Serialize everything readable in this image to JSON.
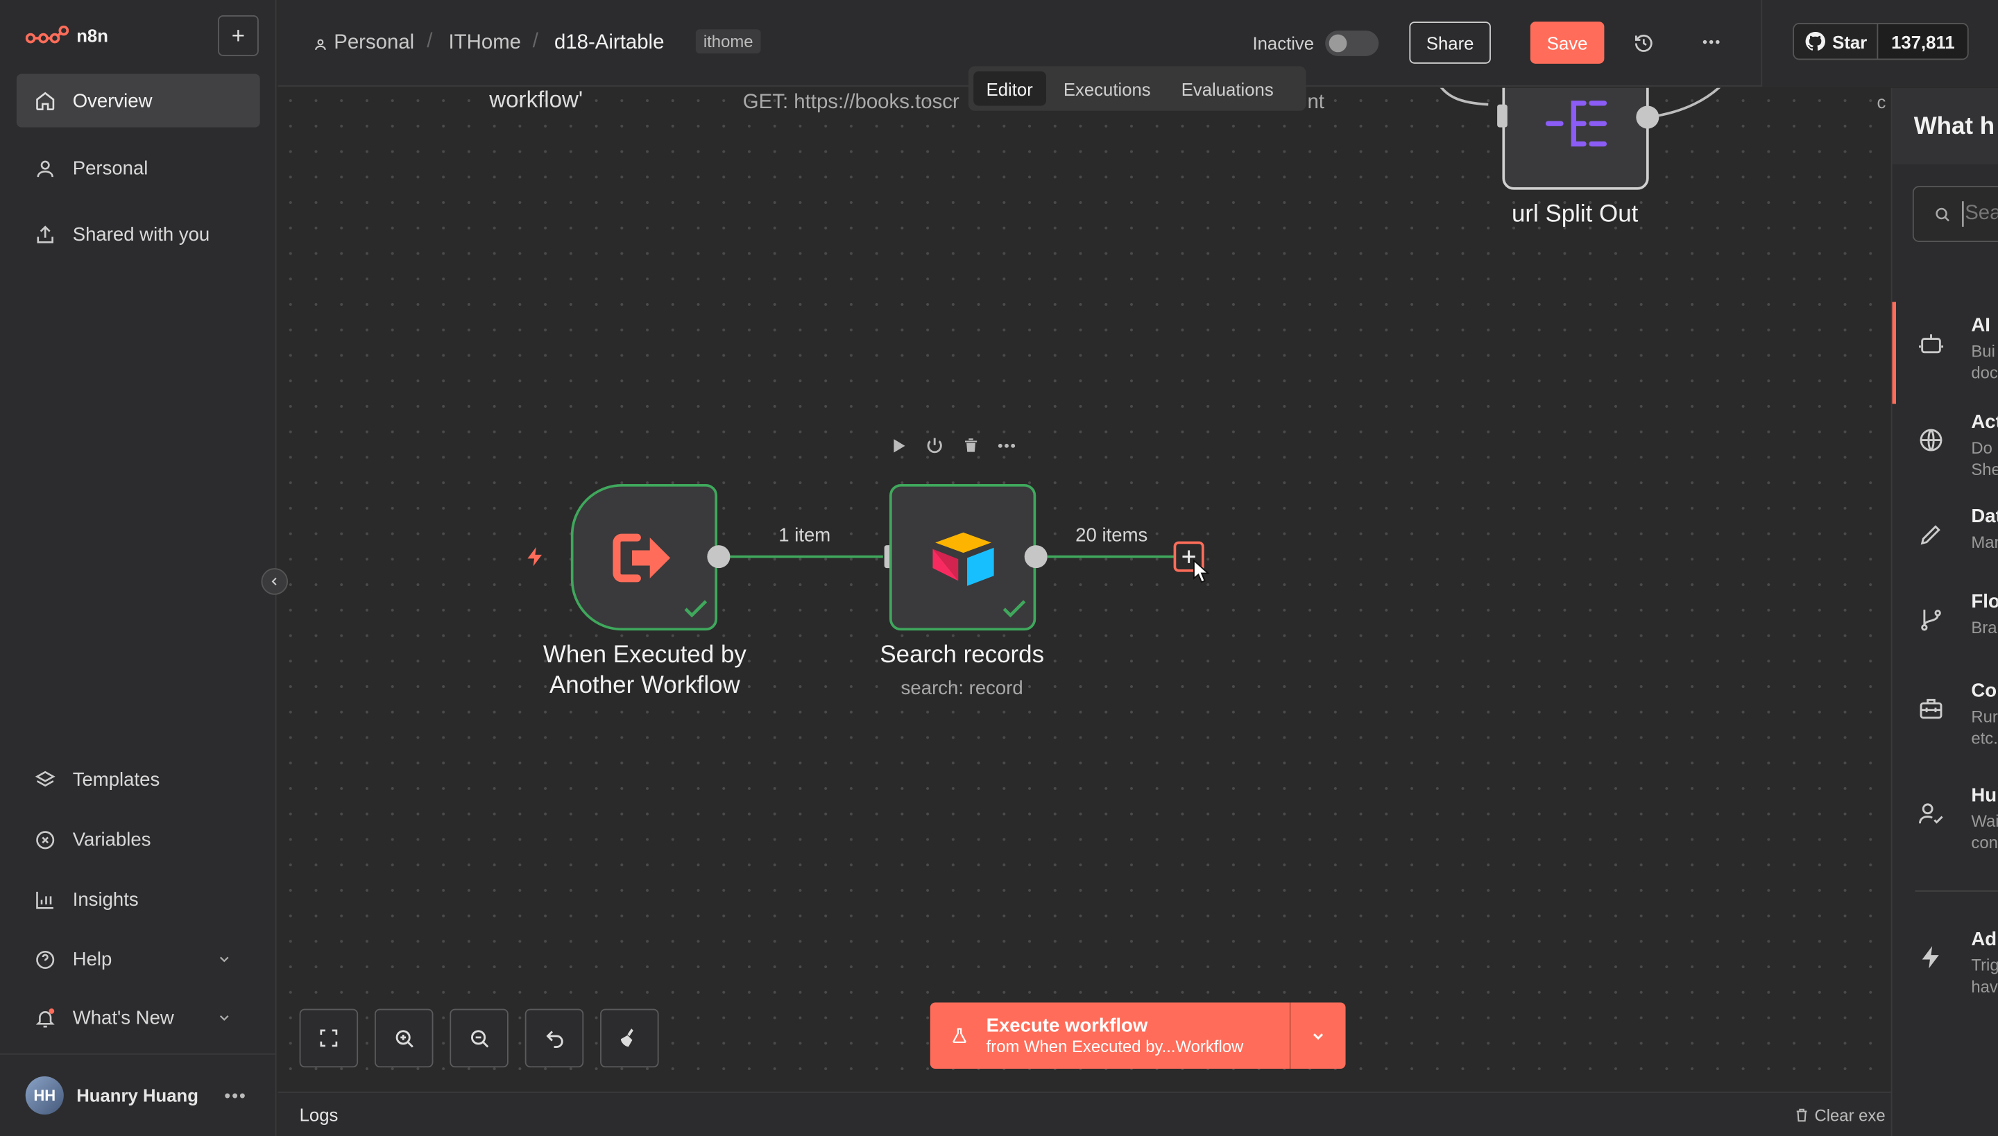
{
  "app": {
    "name": "n8n"
  },
  "sidebar": {
    "items": [
      {
        "label": "Overview"
      },
      {
        "label": "Personal"
      },
      {
        "label": "Shared with you"
      }
    ],
    "bottom_items": [
      {
        "label": "Templates"
      },
      {
        "label": "Variables"
      },
      {
        "label": "Insights"
      },
      {
        "label": "Help"
      },
      {
        "label": "What's New"
      }
    ],
    "user": {
      "initials": "HH",
      "name": "Huanry Huang"
    }
  },
  "header": {
    "breadcrumb": {
      "project": "Personal",
      "folder": "ITHome",
      "workflow": "d18-Airtable"
    },
    "tag": "ithome",
    "inactive_label": "Inactive",
    "share_label": "Share",
    "save_label": "Save",
    "github": {
      "star_label": "Star",
      "count": "137,811"
    }
  },
  "tabs": [
    {
      "label": "Editor"
    },
    {
      "label": "Executions"
    },
    {
      "label": "Evaluations"
    }
  ],
  "canvas": {
    "background_texts": {
      "left": "workflow'",
      "middle": "GET: https://books.toscr",
      "middle_tail": "nt",
      "right_edge": "c"
    },
    "nodes": [
      {
        "title": "url Split Out"
      },
      {
        "title": "When Executed by Another Workflow"
      },
      {
        "title": "Search records",
        "subtitle": "search: record"
      }
    ],
    "connections": [
      {
        "label": "1 item"
      },
      {
        "label": "20 items"
      }
    ]
  },
  "execute": {
    "title": "Execute workflow",
    "subtitle": "from When Executed by...Workflow"
  },
  "logs": {
    "label": "Logs",
    "clear_label": "Clear exe"
  },
  "panel": {
    "title": "What h",
    "search_placeholder": "Sea",
    "categories": [
      {
        "title": "AI",
        "desc": "Bui doc"
      },
      {
        "title": "Act",
        "desc": "Do She"
      },
      {
        "title": "Dat",
        "desc": "Mar"
      },
      {
        "title": "Flo",
        "desc": "Bra"
      },
      {
        "title": "Co",
        "desc": "Rur etc."
      },
      {
        "title": "Hu",
        "desc": "Wai con"
      },
      {
        "title": "Ad",
        "desc": "Trig hav"
      }
    ]
  },
  "colors": {
    "accent": "#ff6d5a",
    "success": "#3fa85c",
    "airtable_yellow": "#fcb400",
    "airtable_blue": "#18bfff",
    "airtable_red": "#f82b60",
    "split_out_purple": "#8b5cf6"
  }
}
